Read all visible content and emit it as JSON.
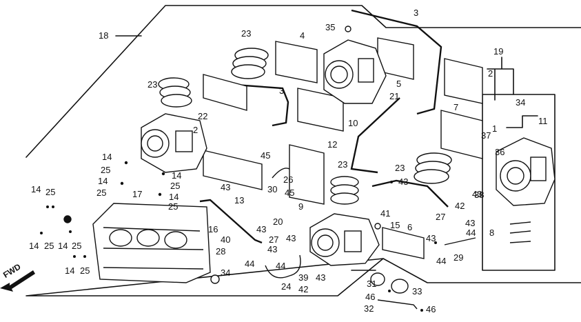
{
  "diagram": {
    "fwd_label": "FWD",
    "callouts": [
      {
        "id": "c1",
        "text": "3"
      },
      {
        "id": "c2",
        "text": "4"
      },
      {
        "id": "c3",
        "text": "35"
      },
      {
        "id": "c4",
        "text": "23"
      },
      {
        "id": "c5",
        "text": "18"
      },
      {
        "id": "c6",
        "text": "19"
      },
      {
        "id": "c7",
        "text": "23"
      },
      {
        "id": "c8",
        "text": "3"
      },
      {
        "id": "c9",
        "text": "5"
      },
      {
        "id": "c10",
        "text": "21"
      },
      {
        "id": "c11",
        "text": "2"
      },
      {
        "id": "c12",
        "text": "22"
      },
      {
        "id": "c13",
        "text": "2"
      },
      {
        "id": "c14",
        "text": "10"
      },
      {
        "id": "c15",
        "text": "12"
      },
      {
        "id": "c16",
        "text": "7"
      },
      {
        "id": "c17",
        "text": "34"
      },
      {
        "id": "c18",
        "text": "11"
      },
      {
        "id": "c19",
        "text": "1"
      },
      {
        "id": "c20",
        "text": "37"
      },
      {
        "id": "c21",
        "text": "36"
      },
      {
        "id": "c22",
        "text": "14"
      },
      {
        "id": "c23",
        "text": "25"
      },
      {
        "id": "c24",
        "text": "14"
      },
      {
        "id": "c25",
        "text": "25"
      },
      {
        "id": "c26",
        "text": "14"
      },
      {
        "id": "c27",
        "text": "25"
      },
      {
        "id": "c28",
        "text": "17"
      },
      {
        "id": "c29",
        "text": "14"
      },
      {
        "id": "c30",
        "text": "25"
      },
      {
        "id": "c31",
        "text": "45"
      },
      {
        "id": "c32",
        "text": "23"
      },
      {
        "id": "c33",
        "text": "23"
      },
      {
        "id": "c34",
        "text": "43"
      },
      {
        "id": "c35",
        "text": "30"
      },
      {
        "id": "c36",
        "text": "26"
      },
      {
        "id": "c37",
        "text": "45"
      },
      {
        "id": "c38",
        "text": "43"
      },
      {
        "id": "c39",
        "text": "13"
      },
      {
        "id": "c40",
        "text": "38"
      },
      {
        "id": "c41",
        "text": "43"
      },
      {
        "id": "c42",
        "text": "42"
      },
      {
        "id": "c43",
        "text": "14"
      },
      {
        "id": "c44",
        "text": "25"
      },
      {
        "id": "c45",
        "text": "9"
      },
      {
        "id": "c46",
        "text": "41"
      },
      {
        "id": "c47",
        "text": "20"
      },
      {
        "id": "c48",
        "text": "16"
      },
      {
        "id": "c49",
        "text": "15"
      },
      {
        "id": "c50",
        "text": "6"
      },
      {
        "id": "c51",
        "text": "27"
      },
      {
        "id": "c52",
        "text": "43"
      },
      {
        "id": "c53",
        "text": "8"
      },
      {
        "id": "c54",
        "text": "43"
      },
      {
        "id": "c55",
        "text": "40"
      },
      {
        "id": "c56",
        "text": "43"
      },
      {
        "id": "c57",
        "text": "27"
      },
      {
        "id": "c58",
        "text": "43"
      },
      {
        "id": "c59",
        "text": "44"
      },
      {
        "id": "c60",
        "text": "14"
      },
      {
        "id": "c61",
        "text": "25"
      },
      {
        "id": "c62",
        "text": "14"
      },
      {
        "id": "c63",
        "text": "25"
      },
      {
        "id": "c64",
        "text": "28"
      },
      {
        "id": "c65",
        "text": "43"
      },
      {
        "id": "c66",
        "text": "29"
      },
      {
        "id": "c67",
        "text": "44"
      },
      {
        "id": "c68",
        "text": "14"
      },
      {
        "id": "c69",
        "text": "25"
      },
      {
        "id": "c70",
        "text": "44"
      },
      {
        "id": "c71",
        "text": "44"
      },
      {
        "id": "c72",
        "text": "39"
      },
      {
        "id": "c73",
        "text": "43"
      },
      {
        "id": "c74",
        "text": "34"
      },
      {
        "id": "c75",
        "text": "24"
      },
      {
        "id": "c76",
        "text": "42"
      },
      {
        "id": "c77",
        "text": "31"
      },
      {
        "id": "c78",
        "text": "33"
      },
      {
        "id": "c79",
        "text": "46"
      },
      {
        "id": "c80",
        "text": "32"
      },
      {
        "id": "c81",
        "text": "46"
      }
    ]
  }
}
